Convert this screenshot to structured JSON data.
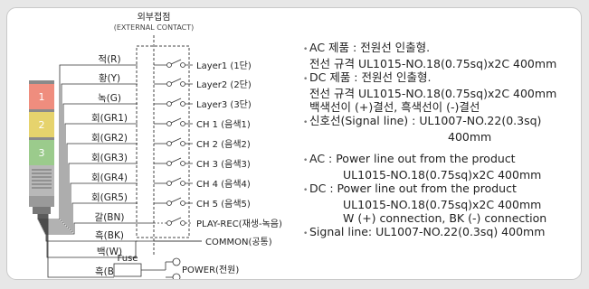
{
  "diagram": {
    "header_kr": "외부접점",
    "header_en": "(EXTERNAL CONTACT)",
    "lamps": [
      "1",
      "2",
      "3"
    ],
    "lamp_colors": [
      "#ef8d7e",
      "#e6d36d",
      "#9bcb8c"
    ],
    "wires": [
      "적(R)",
      "황(Y)",
      "녹(G)",
      "회(GR1)",
      "회(GR2)",
      "회(GR3)",
      "회(GR4)",
      "회(GR5)",
      "갈(BN)",
      "흑(BK)",
      "백(W)",
      "흑(BK)"
    ],
    "outputs": [
      "Layer1 (1단)",
      "Layer2 (2단)",
      "Layer3 (3단)",
      "CH 1 (음색1)",
      "CH 2 (음색2)",
      "CH 3 (음색3)",
      "CH 4 (음색4)",
      "CH 5 (음색5)",
      "PLAY-REC(재생-녹음)",
      "COMMON(공통)",
      "POWER(전원)"
    ],
    "fuse_label": "Fuse"
  },
  "specs": {
    "ac_kr": "AC 제품 : 전원선 인출형.",
    "ac_kr_spec": "전선 규격 UL1015-NO.18(0.75sq)x2C 400mm",
    "dc_kr": "DC 제품 : 전원선 인출형.",
    "dc_kr_spec": "전선 규격 UL1015-NO.18(0.75sq)x2C 400mm",
    "dc_kr_conn": "백색선이 (+)결선, 흑색선이 (-)결선",
    "signal_kr": "신호선(Signal line) : UL1007-NO.22(0.3sq)",
    "signal_kr_len": "400mm",
    "ac_en": "AC : Power line out from the product",
    "ac_en_spec": "UL1015-NO.18(0.75sq)x2C 400mm",
    "dc_en": "DC : Power line out from the product",
    "dc_en_spec": "UL1015-NO.18(0.75sq)x2C 400mm",
    "dc_en_conn": "W (+) connection, BK (-) connection",
    "signal_en": "Signal line: UL1007-NO.22(0.3sq) 400mm"
  }
}
